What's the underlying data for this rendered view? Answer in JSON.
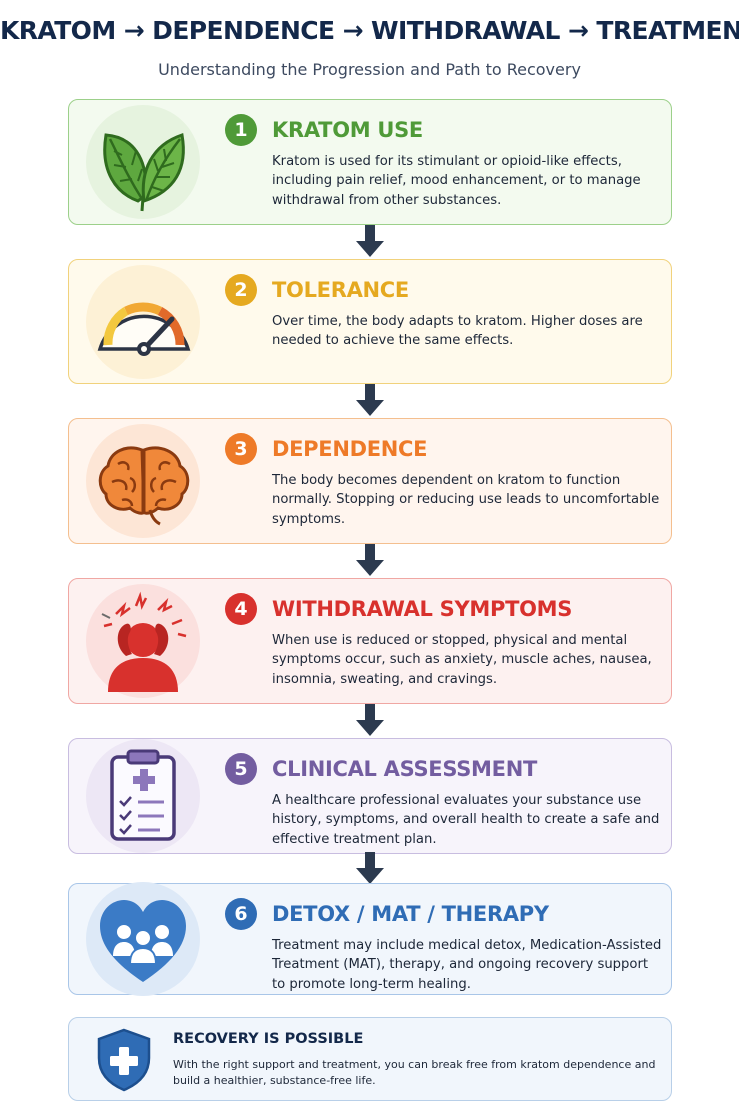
{
  "header": {
    "title": "KRATOM → DEPENDENCE → WITHDRAWAL → TREATMENT",
    "subtitle": "Understanding the Progression and Path to Recovery"
  },
  "steps": [
    {
      "number": "1",
      "title": "KRATOM USE",
      "description": "Kratom is used for its stimulant or opioid-like effects, including pain relief, mood enhancement, or to manage withdrawal from other substances.",
      "icon": "leaves-icon",
      "accent": "#4f9a38",
      "border": "#9cd08a",
      "background": "#f3faef"
    },
    {
      "number": "2",
      "title": "TOLERANCE",
      "description": "Over time, the body adapts to kratom. Higher doses are needed to achieve the same effects.",
      "icon": "gauge-icon",
      "accent": "#e5a920",
      "border": "#f1d27c",
      "background": "#fffaec"
    },
    {
      "number": "3",
      "title": "DEPENDENCE",
      "description": "The body becomes dependent on kratom to function normally. Stopping or reducing use leads to uncomfortable symptoms.",
      "icon": "brain-icon",
      "accent": "#ee7a28",
      "border": "#f4bf8f",
      "background": "#fff5ee"
    },
    {
      "number": "4",
      "title": "WITHDRAWAL SYMPTOMS",
      "description": "When use is reduced or stopped, physical and mental symptoms occur, such as anxiety, muscle aches, nausea, insomnia, sweating, and cravings.",
      "icon": "headache-person-icon",
      "accent": "#d8312d",
      "border": "#f0a7a3",
      "background": "#fdf1f0"
    },
    {
      "number": "5",
      "title": "CLINICAL ASSESSMENT",
      "description": "A healthcare professional evaluates your substance use history, symptoms, and overall health to create a safe and effective treatment plan.",
      "icon": "clipboard-icon",
      "accent": "#735da0",
      "border": "#c8bde0",
      "background": "#f7f4fb"
    },
    {
      "number": "6",
      "title": "DETOX / MAT / THERAPY",
      "description": "Treatment may include medical detox, Medication-Assisted Treatment (MAT), therapy, and ongoing recovery support to promote long-term healing.",
      "icon": "family-heart-icon",
      "accent": "#2f6cb5",
      "border": "#a9c6e8",
      "background": "#f1f6fc"
    }
  ],
  "recovery": {
    "title": "RECOVERY IS POSSIBLE",
    "description": "With the right support and treatment, you can break free from kratom dependence and build a healthier, substance-free life.",
    "icon": "shield-cross-icon"
  }
}
